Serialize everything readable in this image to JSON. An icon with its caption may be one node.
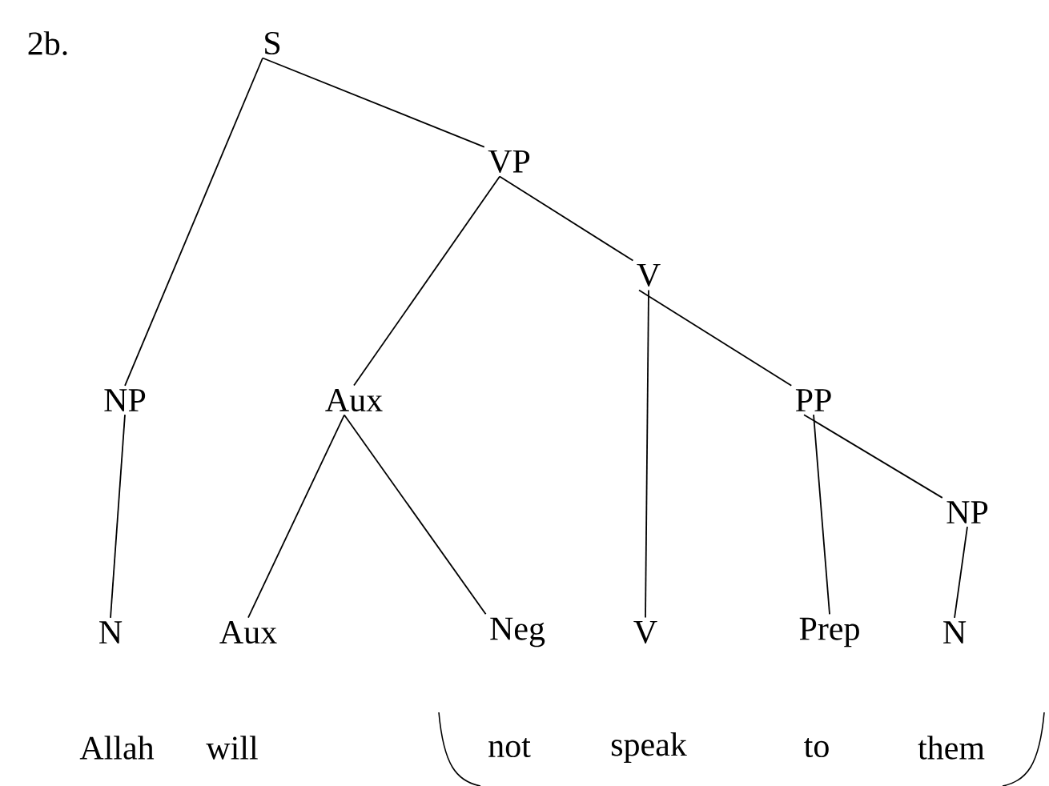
{
  "diagram": {
    "nodes": [
      {
        "text": [
          "S"
        ]
      },
      {
        "text": [
          "VP"
        ]
      },
      {
        "text": [
          "V"
        ]
      },
      {
        "text": [
          "NP"
        ]
      },
      {
        "text": [
          "Aux"
        ]
      },
      {
        "text": [
          "PP"
        ]
      },
      {
        "text": [
          "NP"
        ]
      },
      {
        "text": [
          "N"
        ]
      },
      {
        "text": [
          "Aux"
        ]
      },
      {
        "text": [
          "Neg"
        ]
      },
      {
        "text": [
          "V"
        ]
      },
      {
        "text": [
          "Prep"
        ]
      },
      {
        "text": [
          "N"
        ]
      }
    ],
    "edges": [
      {
        "from": 0,
        "to": 3,
        "arrow": "none"
      },
      {
        "from": 0,
        "to": 1,
        "arrow": "none"
      },
      {
        "from": 1,
        "to": 4,
        "arrow": "none"
      },
      {
        "from": 1,
        "to": 2,
        "arrow": "none"
      },
      {
        "from": 2,
        "to": 10,
        "arrow": "none"
      },
      {
        "from": 2,
        "to": 5,
        "arrow": "none"
      },
      {
        "from": 3,
        "to": 7,
        "arrow": "none"
      },
      {
        "from": 4,
        "to": 8,
        "arrow": "none"
      },
      {
        "from": 4,
        "to": 9,
        "arrow": "none"
      },
      {
        "from": 5,
        "to": 11,
        "arrow": "none"
      },
      {
        "from": 5,
        "to": 6,
        "arrow": "none"
      },
      {
        "from": 6,
        "to": 12,
        "arrow": "none"
      }
    ],
    "labels": [
      "2b.",
      "Allah",
      "will",
      "not",
      "speak",
      "to",
      "them"
    ]
  }
}
